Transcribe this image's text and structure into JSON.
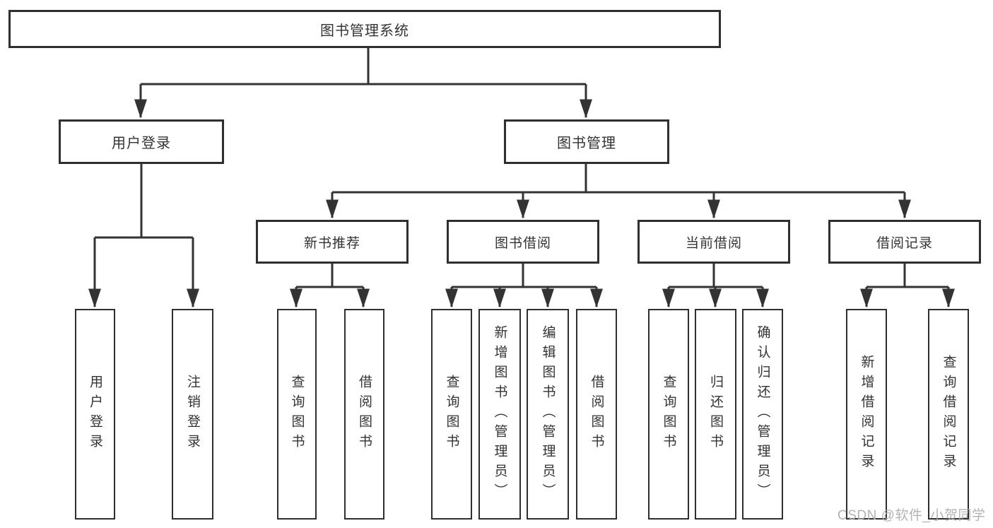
{
  "tree": {
    "root": "图书管理系统",
    "branches": [
      {
        "label": "用户登录",
        "leaves": [
          "用户登录",
          "注销登录"
        ]
      },
      {
        "label": "图书管理",
        "groups": [
          {
            "label": "新书推荐",
            "leaves": [
              "查询图书",
              "借阅图书"
            ]
          },
          {
            "label": "图书借阅",
            "leaves": [
              "查询图书",
              "新增图书（管理员）",
              "编辑图书（管理员）",
              "借阅图书"
            ]
          },
          {
            "label": "当前借阅",
            "leaves": [
              "查询图书",
              "归还图书",
              "确认归还（管理员）"
            ]
          },
          {
            "label": "借阅记录",
            "leaves": [
              "新增借阅记录",
              "查询借阅记录"
            ]
          }
        ]
      }
    ]
  },
  "watermark": {
    "text": "CSDN @软件_小贺同学"
  },
  "colors": {
    "background": "#ffffff",
    "line": "#333333",
    "box_border": "#2f2f2f",
    "text": "#333333",
    "watermark": "#ababab"
  }
}
